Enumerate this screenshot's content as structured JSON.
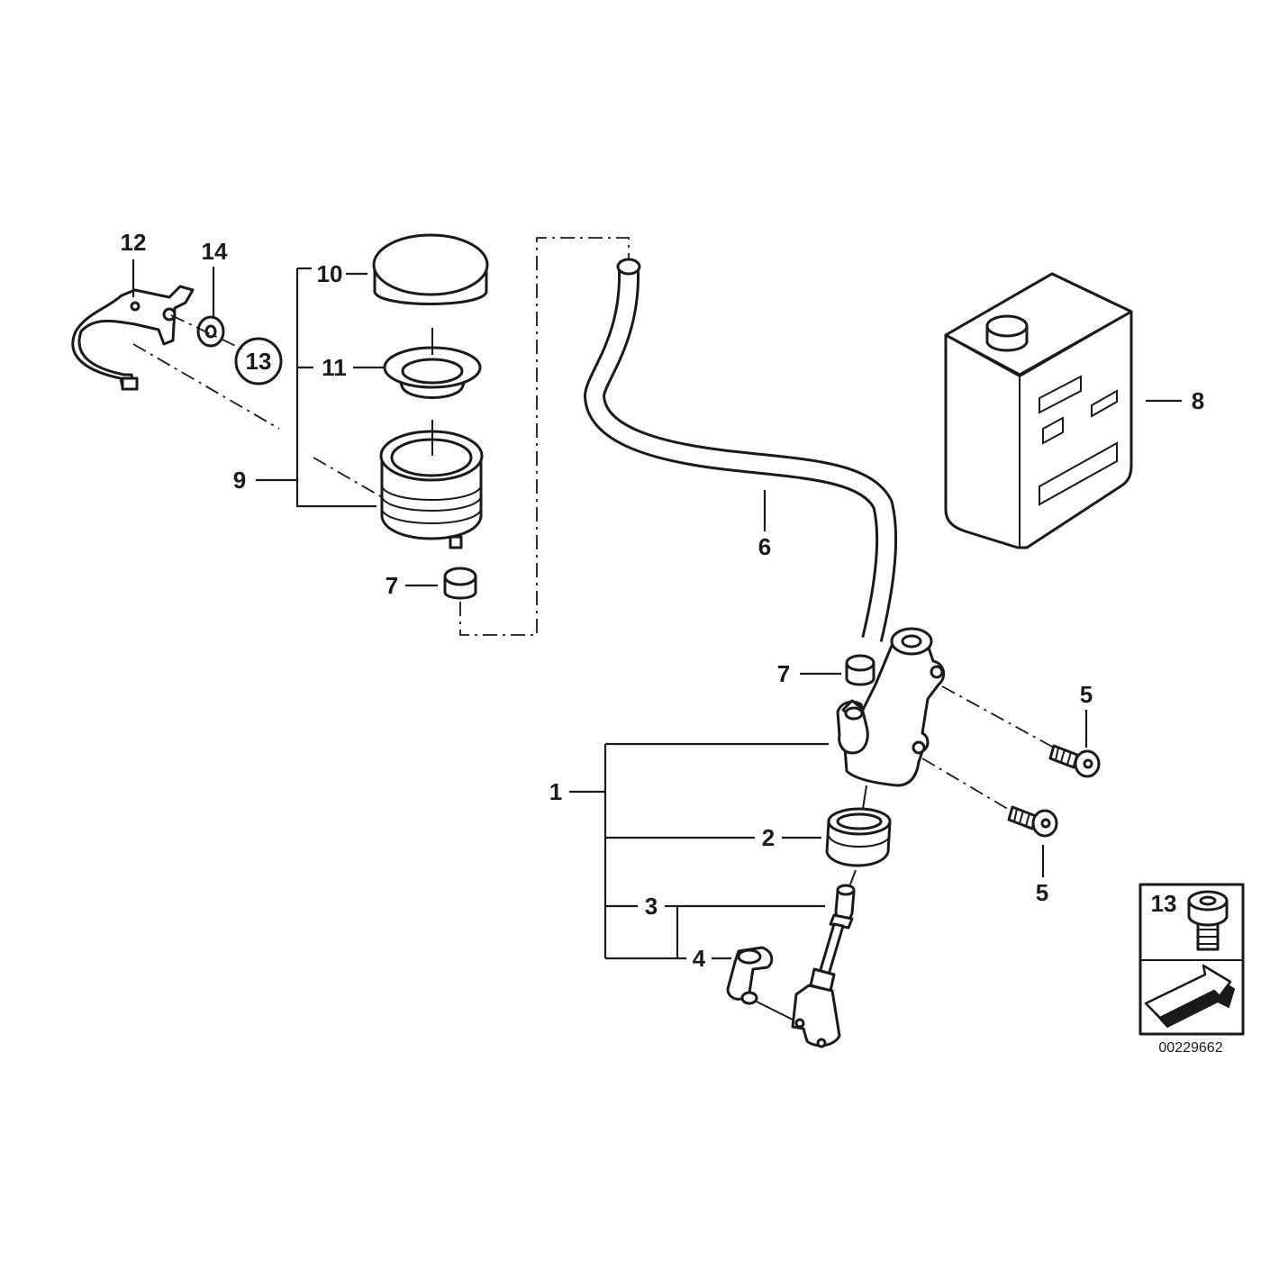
{
  "diagram": {
    "callouts": {
      "c1": "1",
      "c2": "2",
      "c3": "3",
      "c4": "4",
      "c5a": "5",
      "c5b": "5",
      "c6": "6",
      "c7a": "7",
      "c7b": "7",
      "c8": "8",
      "c9": "9",
      "c10": "10",
      "c11": "11",
      "c12": "12",
      "c13": "13",
      "c14": "14"
    },
    "legend_box": {
      "part_number": "13"
    },
    "diagram_id": "00229662"
  }
}
